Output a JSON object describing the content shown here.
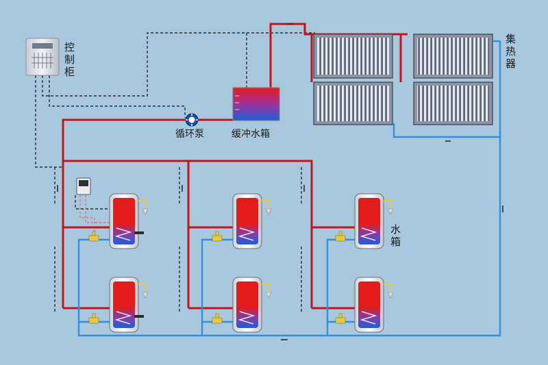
{
  "labels": {
    "controller_chars": [
      "控",
      "制",
      "柜"
    ],
    "collector_chars": [
      "集",
      "热",
      "器"
    ],
    "tank_chars": [
      "水",
      "箱"
    ],
    "pump": "循环泵",
    "buffer_tank": "缓冲水箱"
  },
  "colors": {
    "background": "#a9c8de",
    "hot_pipe": "#c4141c",
    "cold_pipe": "#2f8fe0",
    "control_wire": "#2a2a2a",
    "tank_hot": "#e31b1b",
    "tank_cold": "#1e5fd6",
    "valve": "#e8c840"
  },
  "icons": [
    "controller-cabinet-icon",
    "pump-icon",
    "thermostat-icon",
    "valve-icon",
    "faucet-icon"
  ]
}
